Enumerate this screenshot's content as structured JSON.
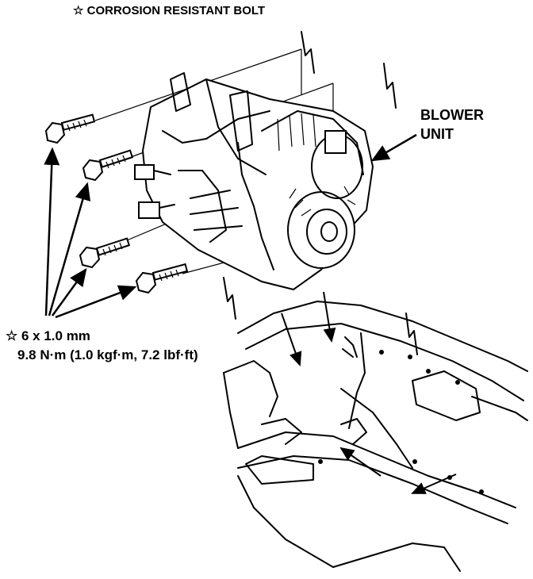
{
  "header": {
    "star_symbol": "☆",
    "text": "CORROSION RESISTANT BOLT"
  },
  "blower": {
    "line1": "BLOWER",
    "line2": "UNIT"
  },
  "spec": {
    "star_symbol": "☆",
    "size": "6 x 1.0 mm",
    "torque": "9.8 N·m (1.0 kgf·m, 7.2 lbf·ft)"
  }
}
